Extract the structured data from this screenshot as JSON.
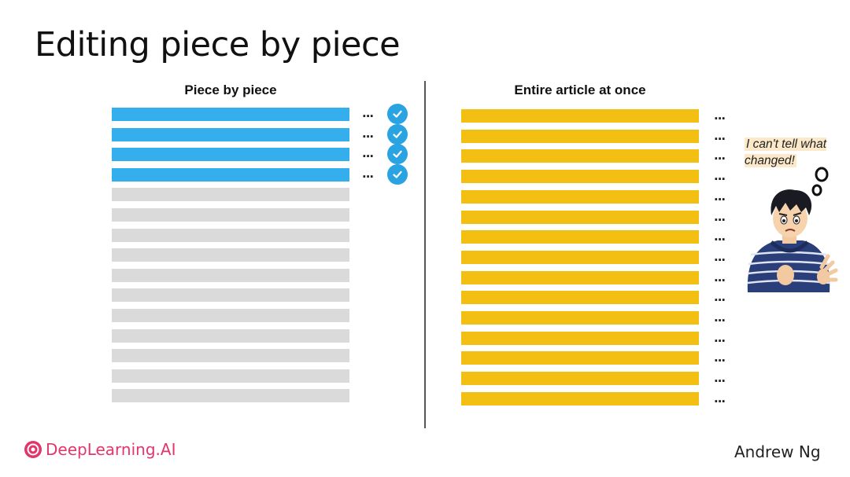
{
  "slide": {
    "title": "Editing piece by piece",
    "presenter": "Andrew Ng",
    "brand": "DeepLearning.AI"
  },
  "left_panel": {
    "heading": "Piece by piece",
    "total_lines": 15,
    "edited_lines": 4,
    "edited_color": "#35aeed",
    "pending_color": "#dadada",
    "check_color": "#2aa3e2",
    "line_marker": "..."
  },
  "right_panel": {
    "heading": "Entire article at once",
    "total_lines": 15,
    "line_color": "#f3bf13",
    "line_marker": "..."
  },
  "thought_bubble": {
    "text": "I can't tell what changed!"
  },
  "icons": [
    "check-icon",
    "confused-person-icon",
    "deeplearning-logo-icon"
  ],
  "colors": {
    "brand": "#e2366b",
    "divider": "#555555"
  }
}
